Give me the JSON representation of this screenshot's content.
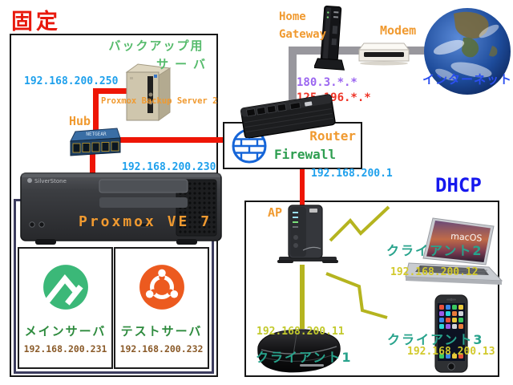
{
  "fixed_zone": {
    "title": "固定"
  },
  "dhcp_zone": {
    "title": "DHCP"
  },
  "backup_server": {
    "name_line1": "バックアップ用",
    "name_line2": "サーバ",
    "ip": "192.168.200.250",
    "software": "Proxmox Backup Server 2"
  },
  "hub": {
    "label": "Hub",
    "brand": "NETGEAR",
    "link_ip": "192.168.200.230"
  },
  "proxmox_host": {
    "label": "Proxmox VE 7",
    "case_brand": "SilverStone",
    "vms": [
      {
        "name": "メインサーバ",
        "ip": "192.168.200.231",
        "logo": "rocky-linux-logo"
      },
      {
        "name": "テストサーバ",
        "ip": "192.168.200.232",
        "logo": "ubuntu-logo"
      }
    ]
  },
  "home_gateway": {
    "label_line1": "Home",
    "label_line2": "Gateway"
  },
  "modem": {
    "label": "Modem"
  },
  "internet": {
    "label": "インターネット"
  },
  "router": {
    "label": "Router",
    "firewall_label": "Firewall",
    "wan_ip1": "180.3.*.*",
    "wan_ip2": "125.196.*.*",
    "lan_ip": "192.168.200.1"
  },
  "access_point": {
    "label": "AP"
  },
  "clients": [
    {
      "name": "クライアント1",
      "ip": "192.168.200.11",
      "device": "ps3-console"
    },
    {
      "name": "クライアント2",
      "ip": "192.168.200.12",
      "device": "macbook",
      "screen_label": "macOS"
    },
    {
      "name": "クライアント3",
      "ip": "192.168.200.13",
      "device": "iphone"
    }
  ],
  "colors": {
    "fixed_title_red": "#e8190d",
    "dhcp_blue": "#1618ee",
    "label_orange": "#f09a30",
    "label_light_green": "#56bb6c",
    "label_dark_green": "#2e8b3e",
    "firewall_green": "#2e9e50",
    "client_teal": "#28a38c",
    "ip_sky_blue": "#1ea0ec",
    "ip_brown": "#8a5a28",
    "ip_yellow": "#d2c92c",
    "wan_purple": "#9b66f0",
    "wan_red": "#ee3326",
    "internet_blue": "#2b4ff0",
    "cable_red": "#ee1505",
    "cable_gray": "#98979d",
    "wifi_yellow": "#b5b41f"
  }
}
